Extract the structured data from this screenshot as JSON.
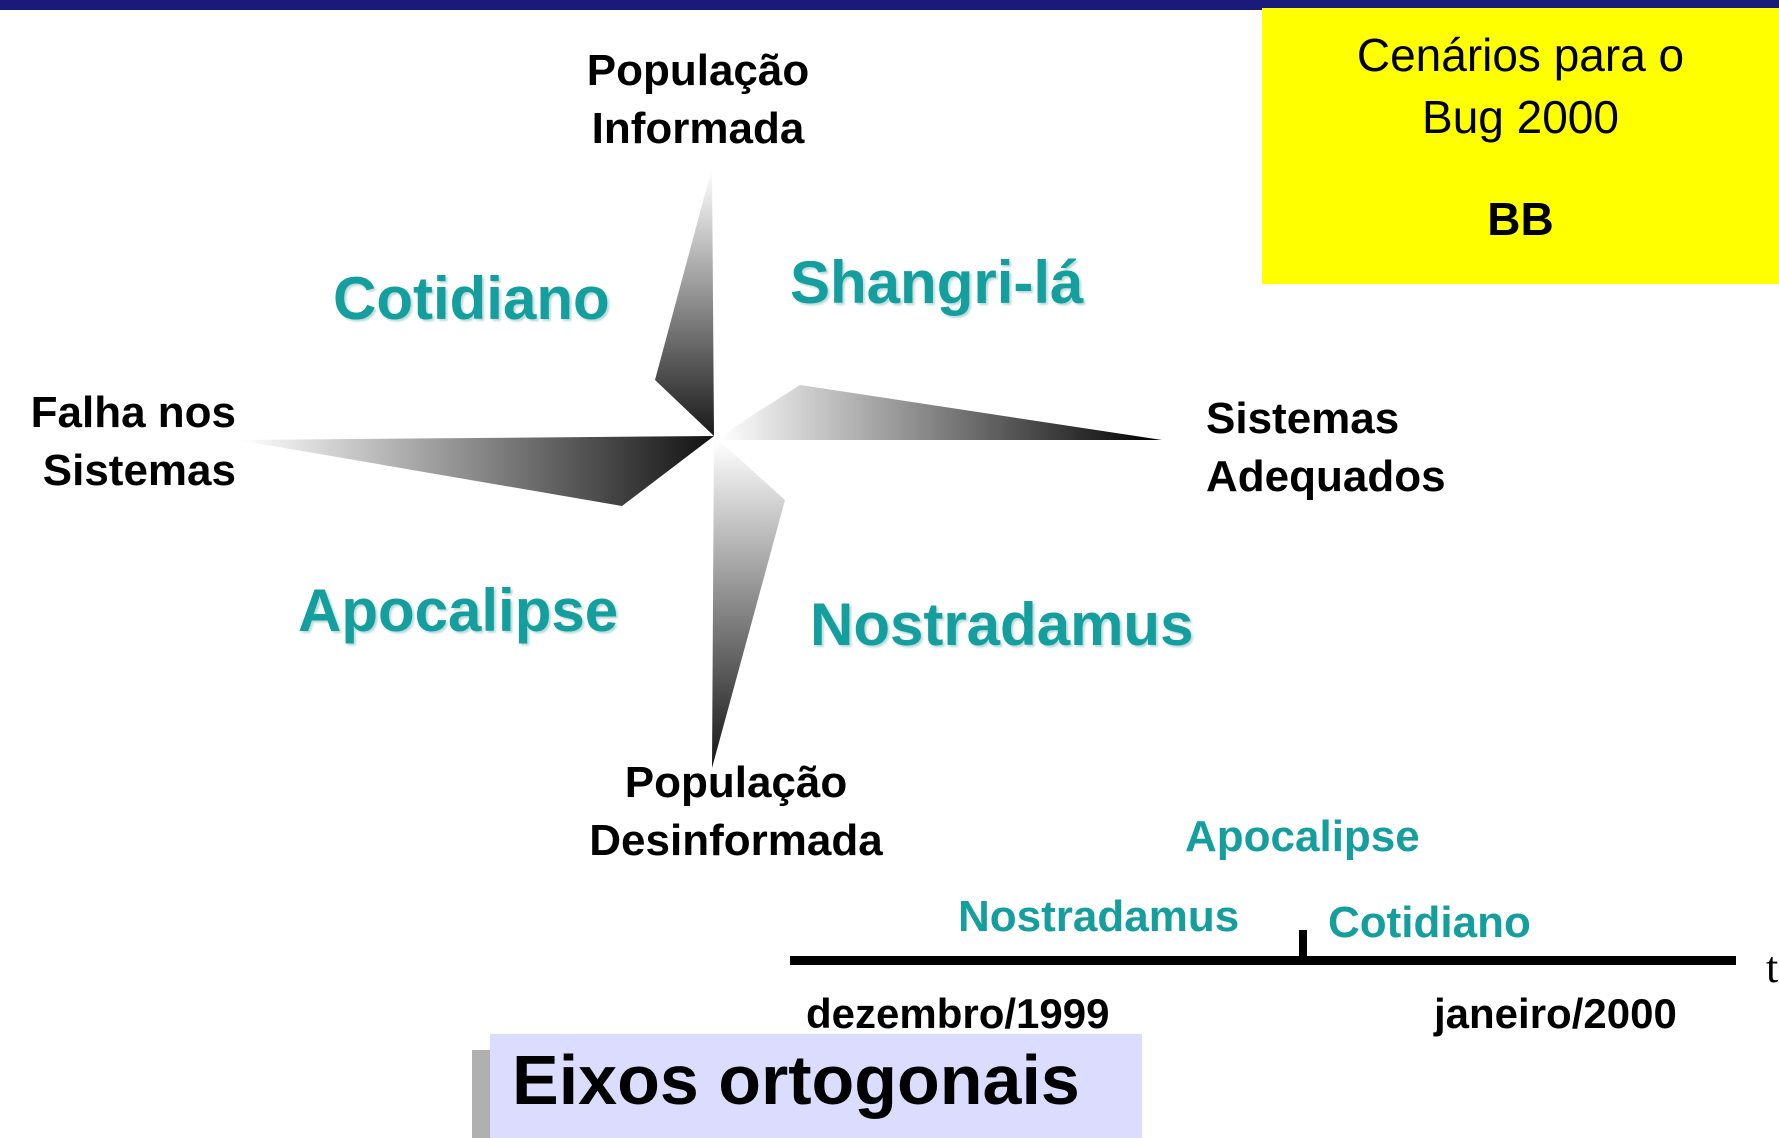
{
  "axes": {
    "top": [
      "População",
      "Informada"
    ],
    "bottom": [
      "População",
      "Desinformada"
    ],
    "left": [
      "Falha nos",
      "Sistemas"
    ],
    "right": [
      "Sistemas",
      "Adequados"
    ]
  },
  "quadrants": {
    "top_left": "Cotidiano",
    "top_right": "Shangri-lá",
    "bottom_left": "Apocalipse",
    "bottom_right": "Nostradamus"
  },
  "title_box": {
    "line1": "Cenários para o",
    "line2": "Bug 2000",
    "line3": "BB",
    "background": "#ffff00"
  },
  "timeline": {
    "above_left": "Nostradamus",
    "above_center": "Apocalipse",
    "above_right": "Cotidiano",
    "start_label": "dezembro/1999",
    "end_label": "janeiro/2000",
    "axis_symbol": "t"
  },
  "footer": {
    "title": "Eixos ortogonais",
    "background": "#dcdcff"
  },
  "colors": {
    "quadrant_text": "#159e9e",
    "top_bar": "#1a1a7a"
  }
}
